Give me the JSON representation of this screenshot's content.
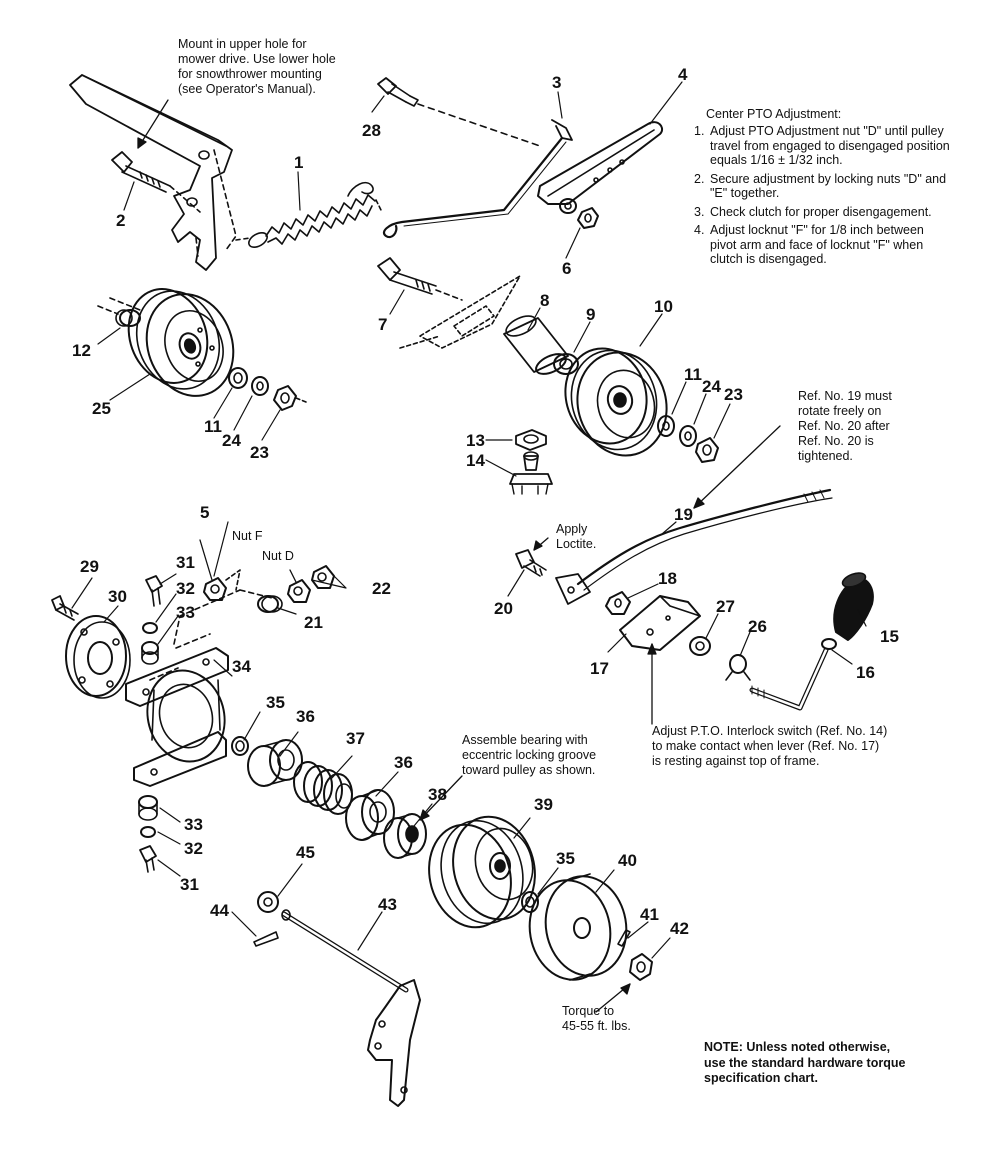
{
  "notes": {
    "mount": "Mount in upper hole for\nmower drive. Use lower hole\nfor snowthrower mounting\n(see Operator's Manual).",
    "pto_header": "Center PTO Adjustment:",
    "pto_steps": [
      {
        "num": "1.",
        "text": "Adjust PTO Adjustment nut \"D\" until pulley travel from engaged to disengaged position equals 1/16 ± 1/32 inch."
      },
      {
        "num": "2.",
        "text": "Secure adjustment by locking nuts \"D\" and \"E\" together."
      },
      {
        "num": "3.",
        "text": "Check clutch for proper disengagement."
      },
      {
        "num": "4.",
        "text": "Adjust locknut \"F\" for 1/8 inch between pivot arm and face of locknut \"F\" when clutch is disengaged."
      }
    ],
    "ref19": "Ref. No. 19 must\nrotate freely on\nRef. No. 20 after\nRef. No. 20 is\ntightened.",
    "loctite": "Apply\nLoctite.",
    "interlock": "Adjust P.T.O. Interlock switch (Ref. No. 14)\nto make contact when lever (Ref. No. 17)\nis resting against top of frame.",
    "bearing": "Assemble bearing with\neccentric locking groove\ntoward pulley as shown.",
    "torque": "Torque to\n45-55 ft. lbs.",
    "standard": "NOTE: Unless noted otherwise,\nuse the standard hardware torque\nspecification chart."
  },
  "tags": {
    "nut_f": "Nut F",
    "nut_d": "Nut D"
  },
  "callouts": [
    {
      "id": "c1",
      "label": "1"
    },
    {
      "id": "c2",
      "label": "2"
    },
    {
      "id": "c3",
      "label": "3"
    },
    {
      "id": "c4",
      "label": "4"
    },
    {
      "id": "c5",
      "label": "5"
    },
    {
      "id": "c6",
      "label": "6"
    },
    {
      "id": "c7",
      "label": "7"
    },
    {
      "id": "c8",
      "label": "8"
    },
    {
      "id": "c9",
      "label": "9"
    },
    {
      "id": "c10",
      "label": "10"
    },
    {
      "id": "c11a",
      "label": "11"
    },
    {
      "id": "c11b",
      "label": "11"
    },
    {
      "id": "c12",
      "label": "12"
    },
    {
      "id": "c13",
      "label": "13"
    },
    {
      "id": "c14",
      "label": "14"
    },
    {
      "id": "c15",
      "label": "15"
    },
    {
      "id": "c16",
      "label": "16"
    },
    {
      "id": "c17",
      "label": "17"
    },
    {
      "id": "c18",
      "label": "18"
    },
    {
      "id": "c19",
      "label": "19"
    },
    {
      "id": "c20",
      "label": "20"
    },
    {
      "id": "c21",
      "label": "21"
    },
    {
      "id": "c22",
      "label": "22"
    },
    {
      "id": "c23a",
      "label": "23"
    },
    {
      "id": "c23b",
      "label": "23"
    },
    {
      "id": "c24a",
      "label": "24"
    },
    {
      "id": "c24b",
      "label": "24"
    },
    {
      "id": "c25",
      "label": "25"
    },
    {
      "id": "c26",
      "label": "26"
    },
    {
      "id": "c27",
      "label": "27"
    },
    {
      "id": "c28",
      "label": "28"
    },
    {
      "id": "c29",
      "label": "29"
    },
    {
      "id": "c30",
      "label": "30"
    },
    {
      "id": "c31a",
      "label": "31"
    },
    {
      "id": "c31b",
      "label": "31"
    },
    {
      "id": "c32a",
      "label": "32"
    },
    {
      "id": "c32b",
      "label": "32"
    },
    {
      "id": "c33a",
      "label": "33"
    },
    {
      "id": "c33b",
      "label": "33"
    },
    {
      "id": "c34",
      "label": "34"
    },
    {
      "id": "c35a",
      "label": "35"
    },
    {
      "id": "c35b",
      "label": "35"
    },
    {
      "id": "c36a",
      "label": "36"
    },
    {
      "id": "c36b",
      "label": "36"
    },
    {
      "id": "c37",
      "label": "37"
    },
    {
      "id": "c38",
      "label": "38"
    },
    {
      "id": "c39",
      "label": "39"
    },
    {
      "id": "c40",
      "label": "40"
    },
    {
      "id": "c41",
      "label": "41"
    },
    {
      "id": "c42",
      "label": "42"
    },
    {
      "id": "c43",
      "label": "43"
    },
    {
      "id": "c44",
      "label": "44"
    },
    {
      "id": "c45",
      "label": "45"
    }
  ]
}
